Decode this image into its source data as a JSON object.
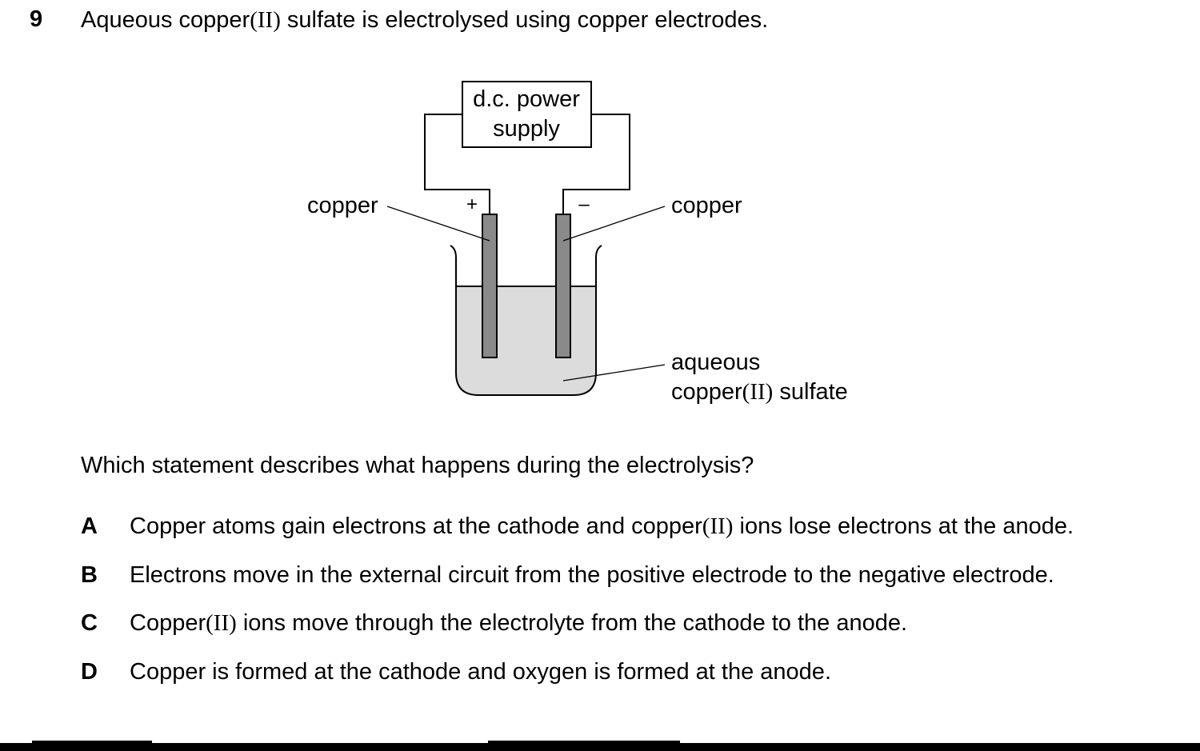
{
  "question": {
    "number": "9",
    "stem_before": "Aqueous copper",
    "stem_roman": "(II)",
    "stem_after": " sulfate is electrolysed using copper electrodes.",
    "prompt": "Which statement describes what happens during the electrolysis?"
  },
  "diagram": {
    "power_supply_line1": "d.c. power",
    "power_supply_line2": "supply",
    "positive_sign": "+",
    "negative_sign": "–",
    "label_left": "copper",
    "label_right": "copper",
    "solution_line1": "aqueous",
    "solution_line2_before": "copper",
    "solution_line2_roman": "(II)",
    "solution_line2_after": " sulfate",
    "colors": {
      "electrode": "#8a8a8a",
      "solution": "#dcdcdc",
      "stroke": "#000000"
    }
  },
  "options": [
    {
      "letter": "A",
      "before": "Copper atoms gain electrons at the cathode and copper",
      "roman": "(II)",
      "after": " ions lose electrons at the anode."
    },
    {
      "letter": "B",
      "before": "Electrons move in the external circuit from the positive electrode to the negative electrode.",
      "roman": "",
      "after": ""
    },
    {
      "letter": "C",
      "before": "Copper",
      "roman": "(II)",
      "after": " ions move through the electrolyte from the cathode to the anode."
    },
    {
      "letter": "D",
      "before": "Copper is formed at the cathode and oxygen is formed at the anode.",
      "roman": "",
      "after": ""
    }
  ]
}
